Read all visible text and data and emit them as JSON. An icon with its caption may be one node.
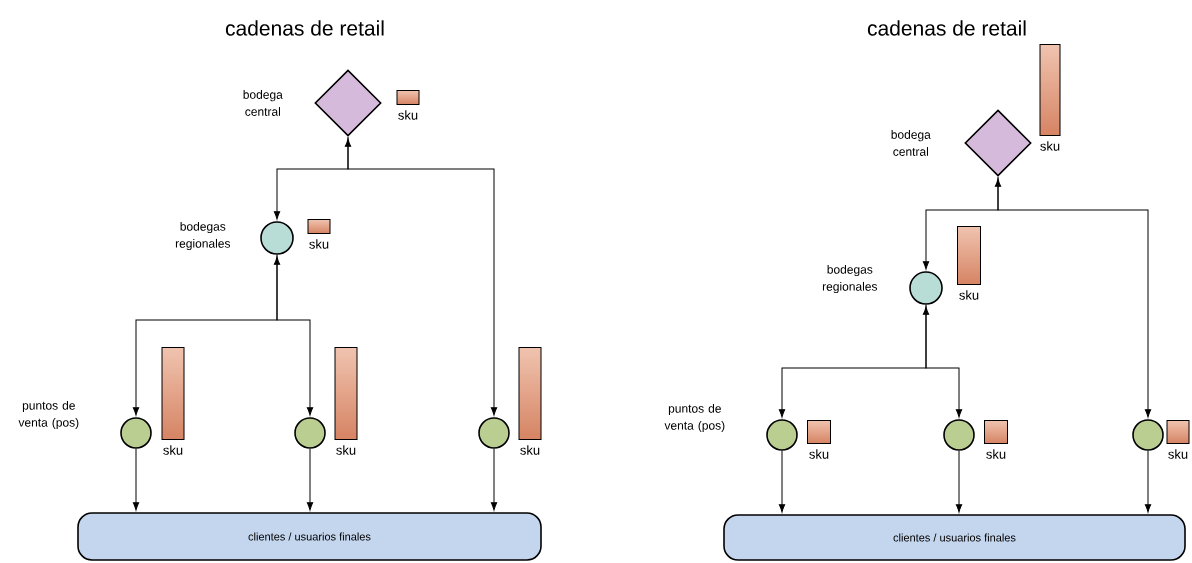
{
  "diagram": {
    "nodes": [
      {
        "text": [],
        "shape": "diamond",
        "beside": [
          "bodega central"
        ]
      },
      {
        "text": [
          "sku"
        ]
      },
      {
        "text": [],
        "shape": "circle",
        "beside": [
          "bodegas regionales"
        ]
      },
      {
        "text": [
          "sku"
        ]
      },
      {
        "text": [],
        "shape": "circle",
        "beside": [
          "puntos de venta (pos)"
        ]
      },
      {
        "text": [
          "sku"
        ]
      },
      {
        "text": [],
        "shape": "circle"
      },
      {
        "text": [
          "sku"
        ]
      },
      {
        "text": [],
        "shape": "circle"
      },
      {
        "text": [
          "sku"
        ]
      },
      {
        "text": [
          "clientes / usuarios finales"
        ]
      },
      {
        "text": [],
        "shape": "diamond",
        "beside": [
          "bodega central"
        ]
      },
      {
        "text": [
          "sku"
        ]
      },
      {
        "text": [],
        "shape": "circle",
        "beside": [
          "bodegas regionales"
        ]
      },
      {
        "text": [
          "sku"
        ]
      },
      {
        "text": [],
        "shape": "circle",
        "beside": [
          "puntos de venta (pos)"
        ]
      },
      {
        "text": [
          "sku"
        ]
      },
      {
        "text": [],
        "shape": "circle"
      },
      {
        "text": [
          "sku"
        ]
      },
      {
        "text": [],
        "shape": "circle"
      },
      {
        "text": [
          "sku"
        ]
      },
      {
        "text": [
          "clientes / usuarios finales"
        ]
      }
    ],
    "edges": [
      {
        "from": 0,
        "to": 2,
        "arrow": "both"
      },
      {
        "from": 0,
        "to": 8,
        "arrow": "to"
      },
      {
        "from": 2,
        "to": 4,
        "arrow": "both"
      },
      {
        "from": 2,
        "to": 6,
        "arrow": "to"
      },
      {
        "from": 4,
        "to": 10,
        "arrow": "to"
      },
      {
        "from": 6,
        "to": 10,
        "arrow": "to"
      },
      {
        "from": 8,
        "to": 10,
        "arrow": "to"
      },
      {
        "from": 11,
        "to": 13,
        "arrow": "both"
      },
      {
        "from": 11,
        "to": 19,
        "arrow": "to"
      },
      {
        "from": 13,
        "to": 15,
        "arrow": "both"
      },
      {
        "from": 13,
        "to": 17,
        "arrow": "to"
      },
      {
        "from": 15,
        "to": 21,
        "arrow": "to"
      },
      {
        "from": 17,
        "to": 21,
        "arrow": "to"
      },
      {
        "from": 19,
        "to": 21,
        "arrow": "to"
      }
    ],
    "labels": [
      "cadenas de retail",
      "cadenas de retail"
    ]
  }
}
